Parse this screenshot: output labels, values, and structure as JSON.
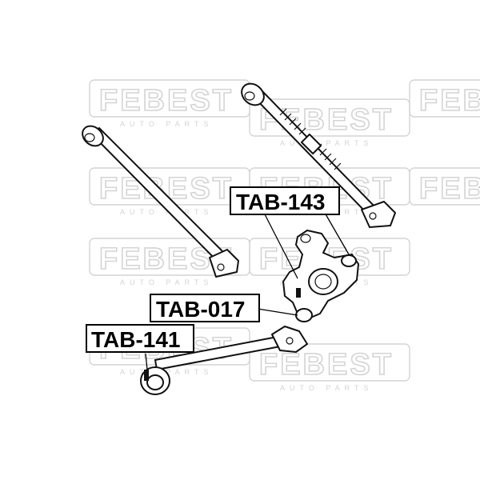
{
  "watermark": {
    "brand": "FEBEST",
    "sub": "AUTO PARTS"
  },
  "callouts": [
    {
      "id": "tab-143",
      "label": "TAB-143"
    },
    {
      "id": "tab-017",
      "label": "TAB-017"
    },
    {
      "id": "tab-141",
      "label": "TAB-141"
    }
  ],
  "colors": {
    "line": "#111111",
    "watermark": "#d4d4d4",
    "background": "#ffffff"
  }
}
